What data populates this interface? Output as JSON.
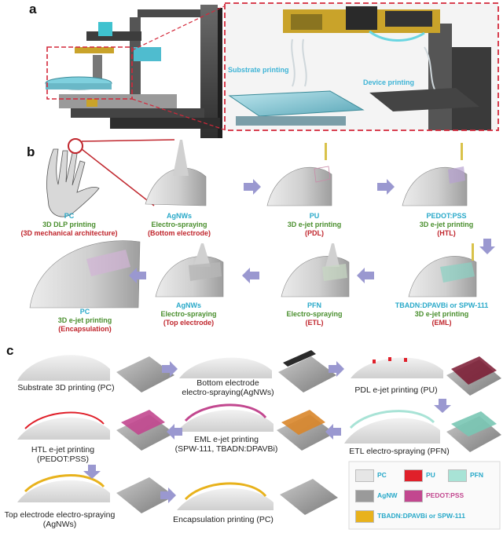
{
  "panels": {
    "a": "a",
    "b": "b",
    "c": "c"
  },
  "panel_a": {
    "label_substrate": "Substrate printing",
    "label_device": "Device printing"
  },
  "panel_b": {
    "steps": [
      {
        "id": "pc_dlp",
        "l1": "PC",
        "l2": "3D DLP printing",
        "l3": "(3D mechanical architecture)"
      },
      {
        "id": "agnw_bottom",
        "l1": "AgNWs",
        "l2": "Electro-spraying",
        "l3": "(Bottom electrode)"
      },
      {
        "id": "pu_pdl",
        "l1": "PU",
        "l2": "3D e-jet printing",
        "l3": "(PDL)"
      },
      {
        "id": "pedot_htl",
        "l1": "PEDOT:PSS",
        "l2": "3D e-jet printing",
        "l3": "(HTL)"
      },
      {
        "id": "eml",
        "l1": "TBADN:DPAVBi or SPW-111",
        "l2": "3D e-jet printing",
        "l3": "(EML)"
      },
      {
        "id": "pfn_etl",
        "l1": "PFN",
        "l2": "Electro-spraying",
        "l3": "(ETL)"
      },
      {
        "id": "agnw_top",
        "l1": "AgNWs",
        "l2": "Electro-spraying",
        "l3": "(Top electrode)"
      },
      {
        "id": "pc_encap",
        "l1": "PC",
        "l2": "3D e-jet printing",
        "l3": "(Encapsulation)"
      }
    ]
  },
  "panel_c": {
    "steps": [
      {
        "id": "substrate",
        "text": "Substrate 3D printing (PC)"
      },
      {
        "id": "bottom_electrode",
        "text": "Bottom electrode\nelectro-spraying(AgNWs)"
      },
      {
        "id": "pdl",
        "text": "PDL e-jet printing (PU)"
      },
      {
        "id": "etl",
        "text": "ETL electro-spraying (PFN)"
      },
      {
        "id": "eml",
        "text": "EML e-jet printing\n(SPW-111, TBADN:DPAVBi)"
      },
      {
        "id": "htl",
        "text": "HTL e-jet printing\n(PEDOT:PSS)"
      },
      {
        "id": "top_electrode",
        "text": "Top electrode electro-spraying\n(AgNWs)"
      },
      {
        "id": "encapsulation",
        "text": "Encapsulation printing (PC)"
      }
    ],
    "legend": [
      {
        "label": "PC",
        "color": "#e6e6e6",
        "text_color": "#29a9c9"
      },
      {
        "label": "PU",
        "color": "#e0202a",
        "text_color": "#29a9c9"
      },
      {
        "label": "PFN",
        "color": "#a8e3d6",
        "text_color": "#29a9c9"
      },
      {
        "label": "AgNW",
        "color": "#9a9a9a",
        "text_color": "#29a9c9"
      },
      {
        "label": "PEDOT:PSS",
        "color": "#c2478f",
        "text_color": "#c2478f"
      },
      {
        "label": "TBADN:DPAVBi or SPW-111",
        "color": "#e8b21c",
        "text_color": "#29a9c9"
      }
    ]
  },
  "colors": {
    "arrow": "#9a98d0",
    "dash_box": "#d3283a",
    "accent_red": "#c0262d",
    "cyan": "#29a9c9",
    "green": "#4a8f2e"
  }
}
